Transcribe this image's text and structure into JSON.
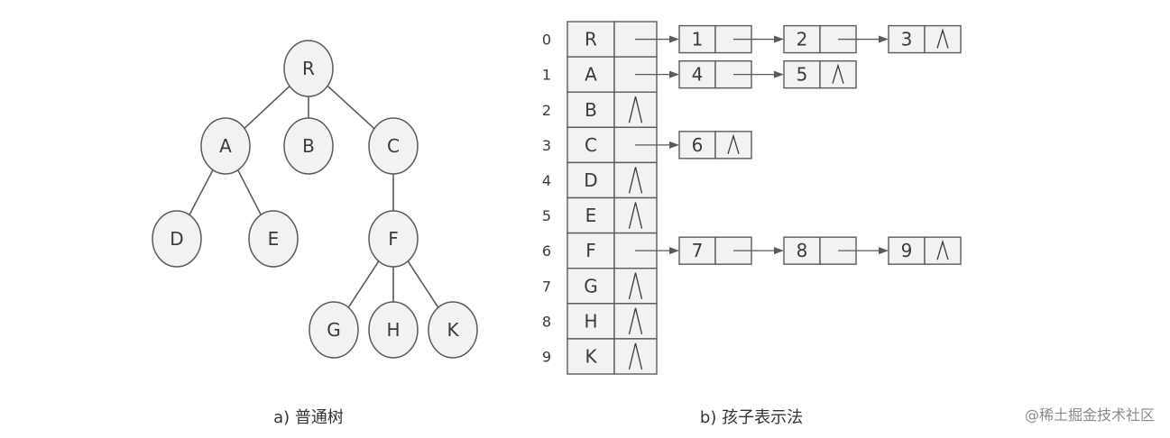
{
  "tree": {
    "caption": "a) 普通树",
    "nodes": [
      "R",
      "A",
      "B",
      "C",
      "D",
      "E",
      "F",
      "G",
      "H",
      "K"
    ],
    "edges": [
      [
        "R",
        "A"
      ],
      [
        "R",
        "B"
      ],
      [
        "R",
        "C"
      ],
      [
        "A",
        "D"
      ],
      [
        "A",
        "E"
      ],
      [
        "C",
        "F"
      ],
      [
        "F",
        "G"
      ],
      [
        "F",
        "H"
      ],
      [
        "F",
        "K"
      ]
    ]
  },
  "child_representation": {
    "caption": "b) 孩子表示法",
    "rows": [
      {
        "index": "0",
        "data": "R",
        "children": [
          "1",
          "2",
          "3"
        ]
      },
      {
        "index": "1",
        "data": "A",
        "children": [
          "4",
          "5"
        ]
      },
      {
        "index": "2",
        "data": "B",
        "children": []
      },
      {
        "index": "3",
        "data": "C",
        "children": [
          "6"
        ]
      },
      {
        "index": "4",
        "data": "D",
        "children": []
      },
      {
        "index": "5",
        "data": "E",
        "children": []
      },
      {
        "index": "6",
        "data": "F",
        "children": [
          "7",
          "8",
          "9"
        ]
      },
      {
        "index": "7",
        "data": "G",
        "children": []
      },
      {
        "index": "8",
        "data": "H",
        "children": []
      },
      {
        "index": "9",
        "data": "K",
        "children": []
      }
    ]
  },
  "watermark": "@稀土掘金技术社区"
}
